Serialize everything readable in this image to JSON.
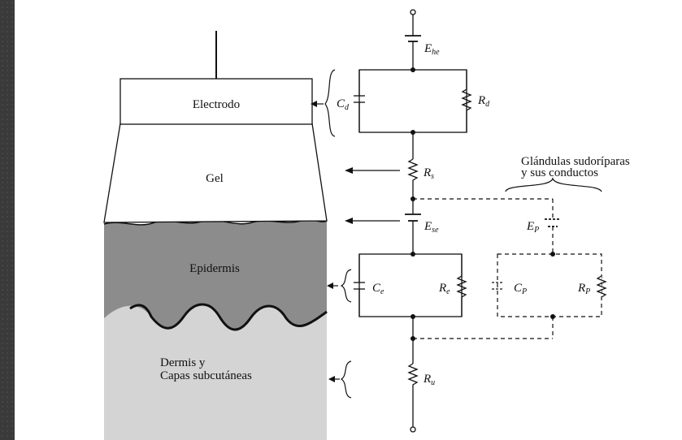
{
  "tissue": {
    "electrode": "Electrodo",
    "gel": "Gel",
    "epidermis": "Epidermis",
    "dermis_line1": "Dermis y",
    "dermis_line2": "Capas subcutáneas"
  },
  "glands": {
    "line1": "Glándulas sudoríparas",
    "line2": "y sus conductos"
  },
  "symbols": {
    "ehe": {
      "main": "E",
      "sub": "he"
    },
    "cd": {
      "main": "C",
      "sub": "d"
    },
    "rd": {
      "main": "R",
      "sub": "d"
    },
    "rs": {
      "main": "R",
      "sub": "s"
    },
    "ese": {
      "main": "E",
      "sub": "se"
    },
    "ce": {
      "main": "C",
      "sub": "e"
    },
    "re": {
      "main": "R",
      "sub": "e"
    },
    "ep": {
      "main": "E",
      "sub": "P"
    },
    "cp": {
      "main": "C",
      "sub": "P"
    },
    "rp": {
      "main": "R",
      "sub": "P"
    },
    "ru": {
      "main": "R",
      "sub": "u"
    }
  },
  "colors": {
    "epidermis": "#8c8c8c",
    "dermis": "#d4d4d4",
    "line": "#111111"
  }
}
